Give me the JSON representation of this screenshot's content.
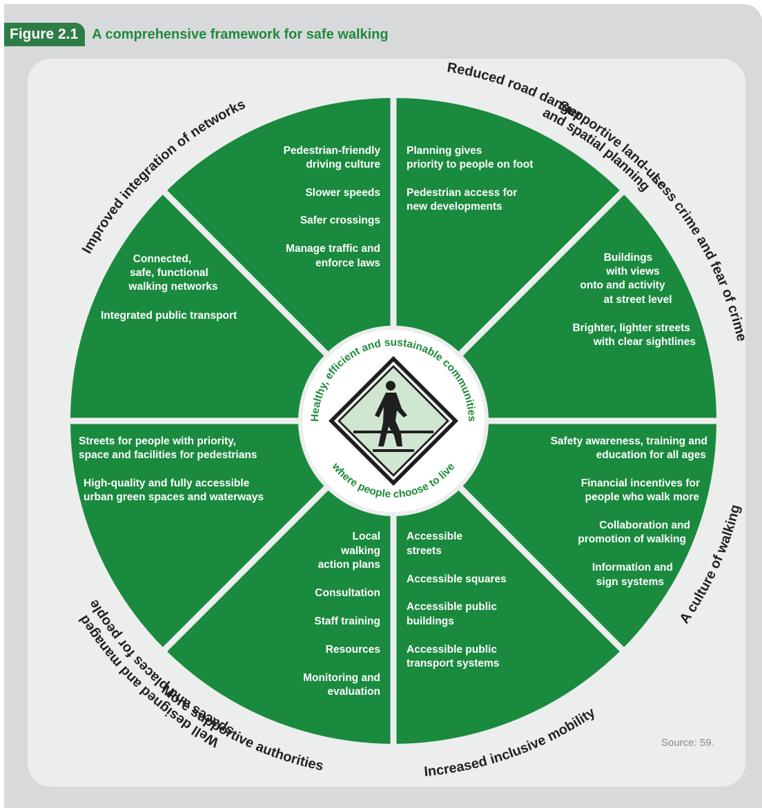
{
  "figure": {
    "label": "Figure 2.1",
    "title": "A comprehensive framework for safe walking",
    "source": "Source: 59."
  },
  "colors": {
    "segment_green": "#1a8a3e",
    "title_green": "#1f8a3c",
    "panel_grey": "#eceded",
    "frame_grey": "#d8d9db",
    "sign_fill": "#cfe6d0"
  },
  "center": {
    "ring_top": "Healthy, efficient and sustainable communities",
    "ring_bottom": "where people choose to live",
    "icon": "pedestrian-crossing-sign-icon"
  },
  "segments": [
    {
      "key": "road",
      "heading": "Reduced road danger",
      "items": [
        "Pedestrian-friendly",
        "driving culture",
        "Slower speeds",
        "Safer crossings",
        "Manage traffic and",
        "enforce laws"
      ]
    },
    {
      "key": "land",
      "heading_line1": "Supportive land-use",
      "heading_line2": "and spatial planning",
      "items": [
        "Planning gives",
        "priority to people on foot",
        "Pedestrian access for",
        "new developments"
      ]
    },
    {
      "key": "crime",
      "heading": "Less crime and fear of crime",
      "items": [
        "Buildings",
        "with views",
        "onto and activity",
        "at street level",
        "Brighter, lighter streets",
        "with clear sightlines"
      ]
    },
    {
      "key": "culture",
      "heading": "A culture of walking",
      "items": [
        "Safety awareness, training and",
        "education for all ages",
        "Financial incentives for",
        "people who walk more",
        "Collaboration and",
        "promotion of walking",
        "Information and",
        "sign systems"
      ]
    },
    {
      "key": "mobility",
      "heading": "Increased inclusive mobility",
      "items": [
        "Accessible",
        "streets",
        "Accessible squares",
        "Accessible public",
        "buildings",
        "Accessible public",
        "transport systems"
      ]
    },
    {
      "key": "authorities",
      "heading": "More supportive authorities",
      "items": [
        "Local",
        "walking",
        "action plans",
        "Consultation",
        "Staff training",
        "Resources",
        "Monitoring and",
        "evaluation"
      ]
    },
    {
      "key": "spaces",
      "heading_line1": "Well designed and managed",
      "heading_line2": "spaces and places for people",
      "items": [
        "Streets for people with priority,",
        "space and facilities for pedestrians",
        "High-quality and fully accessible",
        "urban green spaces and waterways"
      ]
    },
    {
      "key": "networks",
      "heading": "Improved integration of networks",
      "items": [
        "Connected,",
        "safe, functional",
        "walking networks",
        "Integrated public transport"
      ]
    }
  ]
}
